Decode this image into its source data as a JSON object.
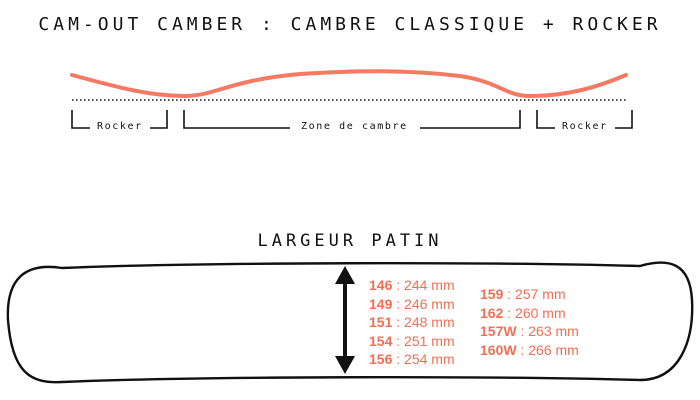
{
  "profile": {
    "title": "CAM-OUT CAMBER : CAMBRE CLASSIQUE + ROCKER",
    "zones": {
      "left": "Rocker",
      "center": "Zone de cambre",
      "right": "Rocker"
    },
    "colors": {
      "profile_line": "#f47a63",
      "ink": "#111111"
    }
  },
  "width": {
    "title": "LARGEUR PATIN",
    "sizes_left": [
      {
        "model": "146",
        "value": ": 244 mm"
      },
      {
        "model": "149",
        "value": ": 246 mm"
      },
      {
        "model": "151",
        "value": ": 248 mm"
      },
      {
        "model": "154",
        "value": ": 251 mm"
      },
      {
        "model": "156",
        "value": ": 254 mm"
      }
    ],
    "sizes_right": [
      {
        "model": "159",
        "value": ": 257 mm"
      },
      {
        "model": "162",
        "value": ": 260 mm"
      },
      {
        "model": "157W",
        "value": ": 263 mm"
      },
      {
        "model": "160W",
        "value": ": 266 mm"
      }
    ],
    "colors": {
      "accent": "#f26e55"
    }
  }
}
